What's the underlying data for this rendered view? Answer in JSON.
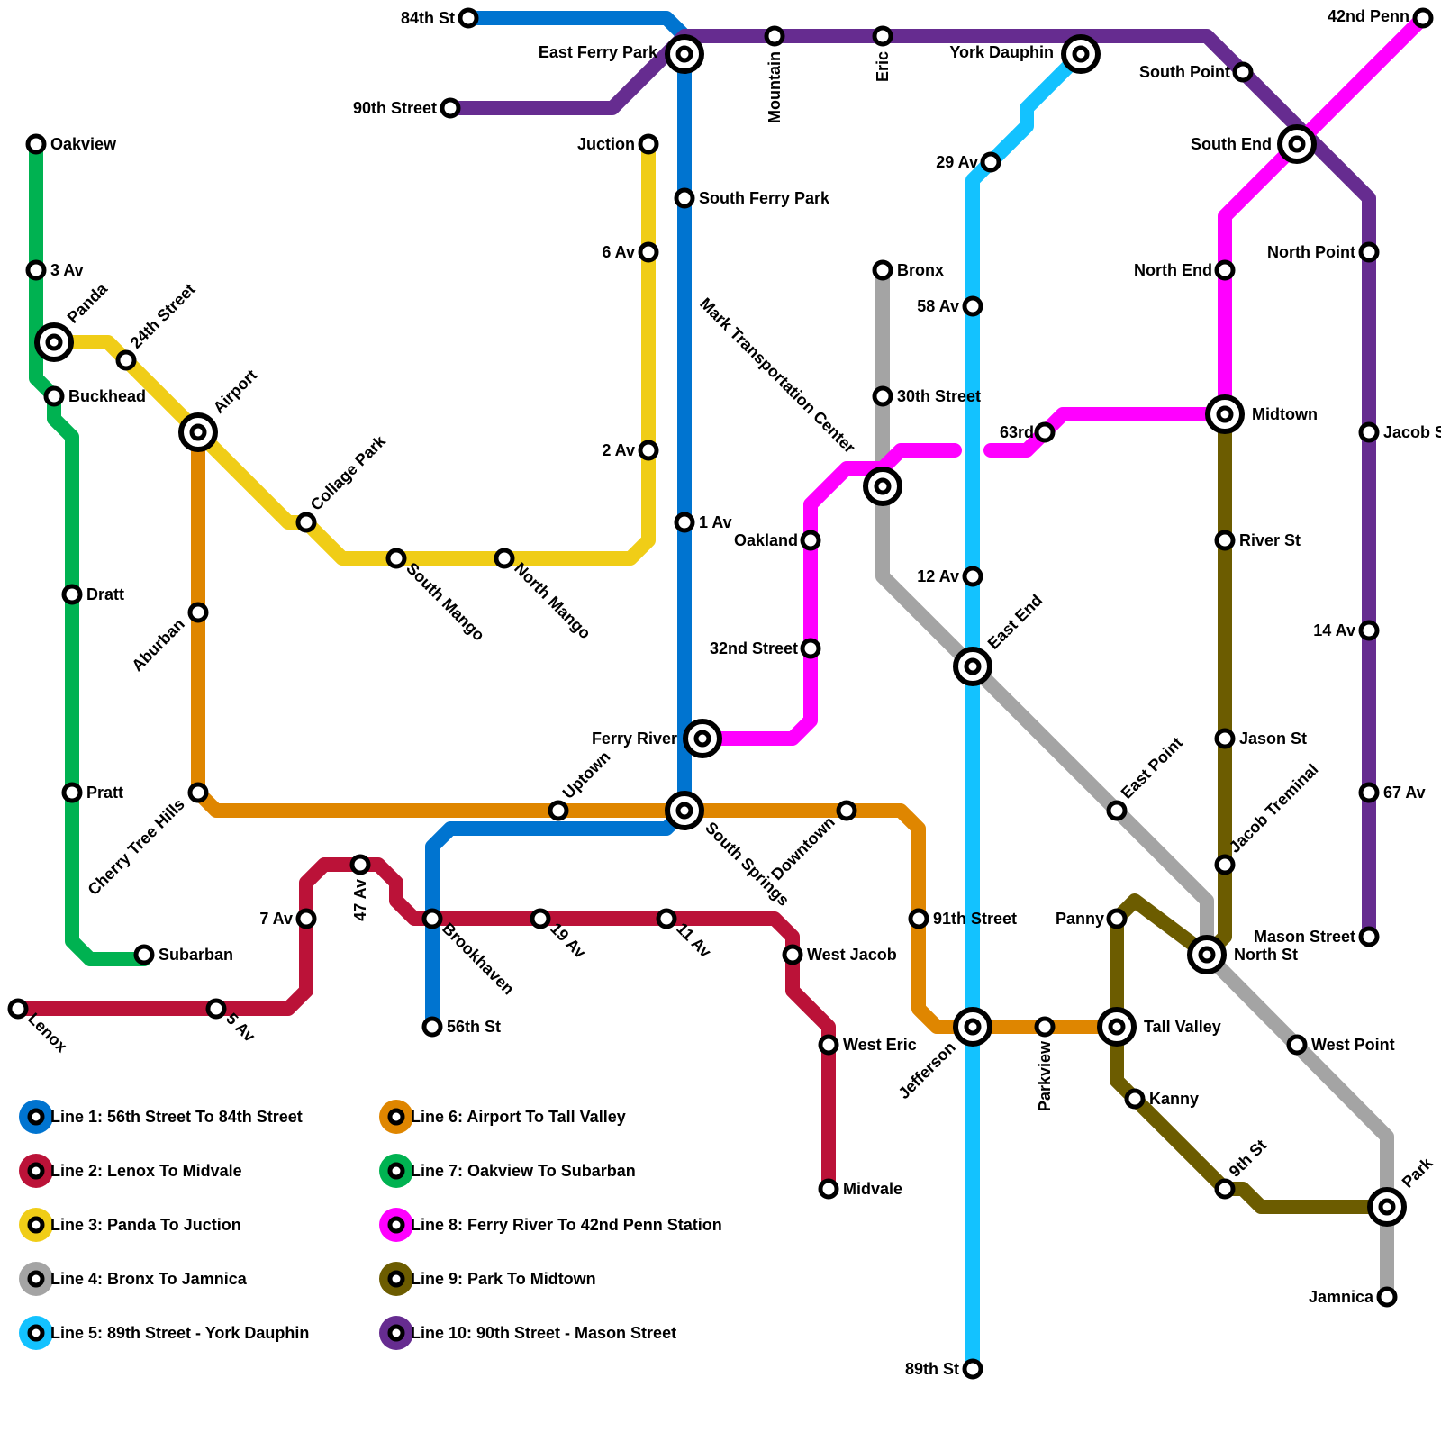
{
  "lines": [
    {
      "id": "line1",
      "color": "#0074d0",
      "legend": "Line 1: 56th Street To 84th Street"
    },
    {
      "id": "line2",
      "color": "#bb1238",
      "legend": "Line 2: Lenox To Midvale"
    },
    {
      "id": "line3",
      "color": "#f0cd17",
      "legend": "Line 3: Panda To Juction"
    },
    {
      "id": "line4",
      "color": "#a4a4a4",
      "legend": "Line 4: Bronx To Jamnica"
    },
    {
      "id": "line5",
      "color": "#13c2ff",
      "legend": "Line 5: 89th Street - York Dauphin"
    },
    {
      "id": "line6",
      "color": "#df8600",
      "legend": "Line 6: Airport To Tall Valley"
    },
    {
      "id": "line7",
      "color": "#00b251",
      "legend": "Line 7: Oakview To Subarban"
    },
    {
      "id": "line8",
      "color": "#ff00ff",
      "legend": "Line 8: Ferry River To 42nd Penn Station"
    },
    {
      "id": "line9",
      "color": "#6c5c00",
      "legend": "Line 9: Park To Midtown"
    },
    {
      "id": "line10",
      "color": "#662c90",
      "legend": "Line 10: 90th Street - Mason Street"
    }
  ],
  "stations": {
    "s84th_st": "84th St",
    "east_ferry_park": "East Ferry Park",
    "s90th_street": "90th Street",
    "mountain": "Mountain",
    "eric": "Eric",
    "york_dauphin": "York Dauphin",
    "penn42": "42nd Penn",
    "south_point": "South Point",
    "south_end": "South End",
    "north_point": "North Point",
    "jacob": "Jacob St",
    "av14": "14 Av",
    "av67": "67 Av",
    "mason_street": "Mason Street",
    "oakview": "Oakview",
    "av3": "3 Av",
    "panda": "Panda",
    "buckhead": "Buckhead",
    "street24": "24th Street",
    "airport": "Airport",
    "collage_park": "Collage Park",
    "south_mango": "South Mango",
    "north_mango": "North Mango",
    "juction": "Juction",
    "south_ferry_park": "South Ferry Park",
    "av6": "6 Av",
    "av2": "2 Av",
    "av1": "1 Av",
    "mark_tc": "Mark Transportation Center",
    "bronx": "Bronx",
    "street30": "30th Street",
    "av58": "58 Av",
    "av29": "29 Av",
    "north_end": "North End",
    "midtown": "Midtown",
    "rd63": "63rd",
    "oakland": "Oakland",
    "street32": "32nd Street",
    "av12": "12 Av",
    "east_end": "East End",
    "ferry_river": "Ferry River",
    "river_st": "River St",
    "jason_st": "Jason St",
    "dratt": "Dratt",
    "aburban": "Aburban",
    "pratt": "Pratt",
    "cherry_tree": "Cherry Tree Hills",
    "uptown": "Uptown",
    "south_springs": "South Springs",
    "downtown": "Downtown",
    "east_point": "East Point",
    "jacob_terminal": "Jacob Treminal",
    "av47": "47 Av",
    "av7": "7 Av",
    "brookhaven": "Brookhaven",
    "av19": "19 Av",
    "av11": "11 Av",
    "west_jacob": "West Jacob",
    "street91": "91th Street",
    "panny": "Panny",
    "north_st": "North St",
    "subarban": "Subarban",
    "lenox": "Lenox",
    "av5": "5 Av",
    "st56": "56th St",
    "west_eric": "West Eric",
    "jefferson": "Jefferson",
    "parkview": "Parkview",
    "tall_valley": "Tall Valley",
    "west_point": "West Point",
    "kanny": "Kanny",
    "st9": "9th St",
    "park": "Park",
    "midvale": "Midvale",
    "jamnica": "Jamnica",
    "st89": "89th St"
  }
}
